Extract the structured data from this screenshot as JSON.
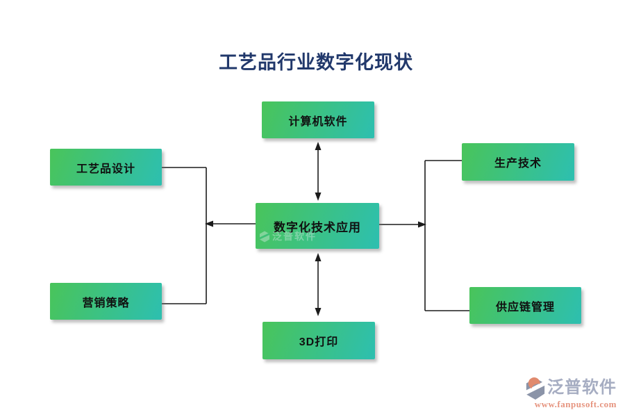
{
  "title": "工艺品行业数字化现状",
  "colors": {
    "title_text": "#21386B",
    "node_gradient_start": "#49C45A",
    "node_gradient_end": "#2DBFB0",
    "node_text": "#101010",
    "connector_line": "#1B1B1B",
    "watermark_name": "#A6ADC2",
    "watermark_url": "#E6947F",
    "watermark_logo_gray": "#8B94A8",
    "watermark_logo_orange": "#E08A6E"
  },
  "nodes": {
    "center": {
      "label": "数字化技术应用"
    },
    "top": {
      "label": "计算机软件"
    },
    "bottom": {
      "label": "3D打印"
    },
    "left_top": {
      "label": "工艺品设计"
    },
    "left_bottom": {
      "label": "营销策略"
    },
    "right_top": {
      "label": "生产技术"
    },
    "right_bottom": {
      "label": "供应链管理"
    }
  },
  "edges": [
    {
      "from": "center",
      "to": "top",
      "arrows": "both"
    },
    {
      "from": "center",
      "to": "bottom",
      "arrows": "both"
    },
    {
      "from": "center",
      "to": "left_top",
      "arrows": "from-center",
      "via": "left-branch"
    },
    {
      "from": "center",
      "to": "left_bottom",
      "arrows": "from-center",
      "via": "left-branch"
    },
    {
      "from": "center",
      "to": "right_top",
      "arrows": "from-center",
      "via": "right-branch"
    },
    {
      "from": "center",
      "to": "right_bottom",
      "arrows": "from-center",
      "via": "right-branch"
    }
  ],
  "center_watermark": {
    "name": "泛普软件"
  },
  "footer_watermark": {
    "name": "泛普软件",
    "url": "www.fanpusoft.com"
  }
}
